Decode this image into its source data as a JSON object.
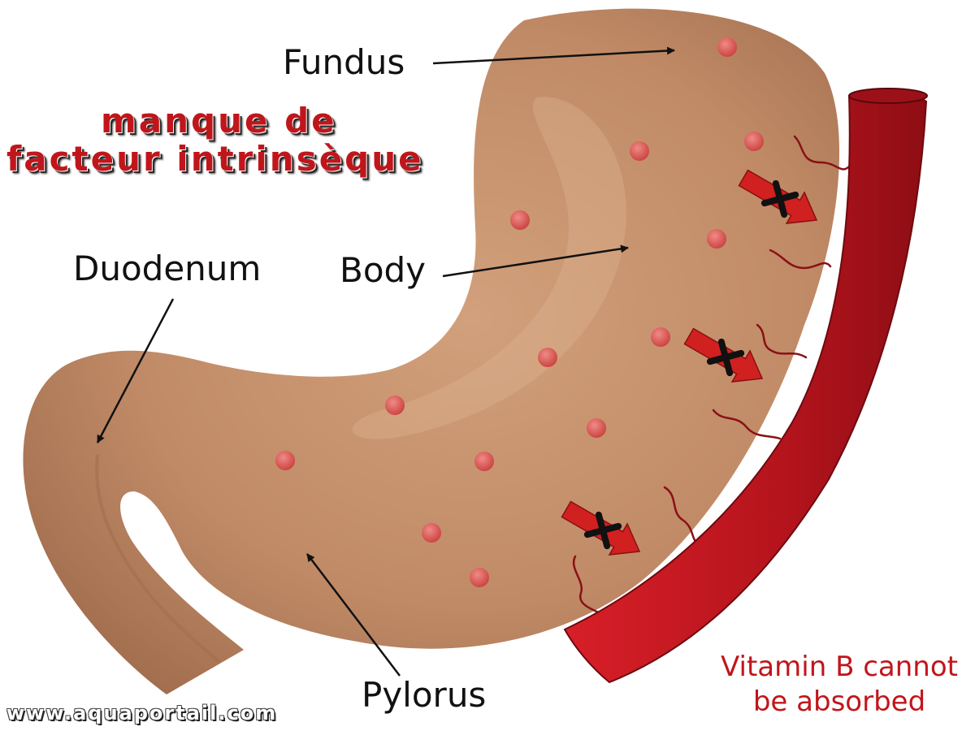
{
  "labels": {
    "fundus": "Fundus",
    "duodenum": "Duodenum",
    "body": "Body",
    "pylorus": "Pylorus"
  },
  "title": {
    "line1": "manque de",
    "line2": "facteur intrinsèque"
  },
  "note": {
    "line1": "Vitamin B cannot",
    "line2": "be absorbed"
  },
  "watermark": "www.aquaportail.com",
  "colors": {
    "stomach": "#c08a66",
    "blood_vessel": "#b5141d",
    "dots": "#d9534f",
    "title_red": "#c0161b",
    "note_red": "#c0161b",
    "blocked_arrow": "#d12020"
  },
  "icons": {
    "blocked_arrow": "red-arrow-with-black-x"
  }
}
